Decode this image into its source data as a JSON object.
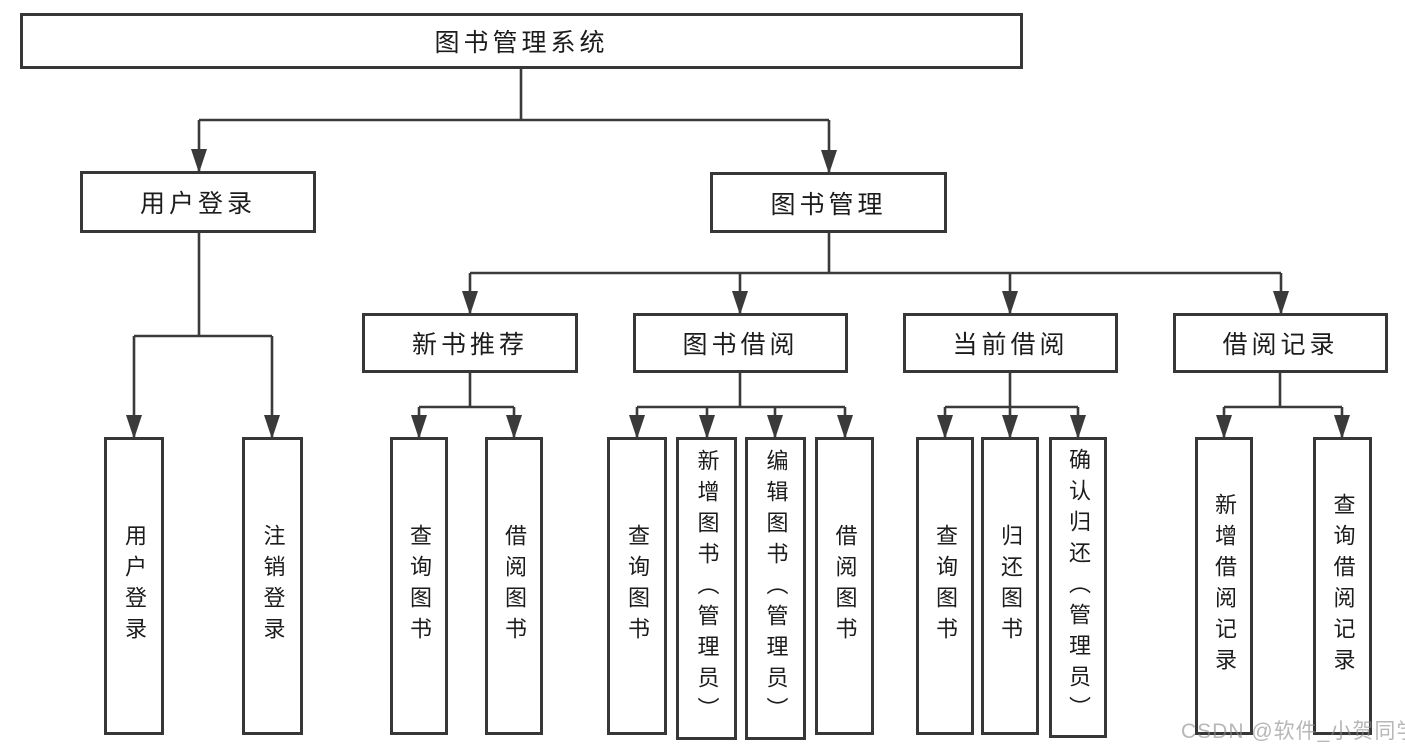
{
  "diagram_type": "hierarchy-tree",
  "colors": {
    "line": "#3a3a3a",
    "box_border": "#373737",
    "box_fill": "#ffffff",
    "text": "#1c1c1c",
    "watermark": "#8c8c8c"
  },
  "tree": {
    "label": "图书管理系统",
    "children": [
      {
        "label": "用户登录",
        "children": [
          {
            "label": "用户登录"
          },
          {
            "label": "注销登录"
          }
        ]
      },
      {
        "label": "图书管理",
        "children": [
          {
            "label": "新书推荐",
            "children": [
              {
                "label": "查询图书"
              },
              {
                "label": "借阅图书"
              }
            ]
          },
          {
            "label": "图书借阅",
            "children": [
              {
                "label": "查询图书"
              },
              {
                "label": "新增图书（管理员）"
              },
              {
                "label": "编辑图书（管理员）"
              },
              {
                "label": "借阅图书"
              }
            ]
          },
          {
            "label": "当前借阅",
            "children": [
              {
                "label": "查询图书"
              },
              {
                "label": "归还图书"
              },
              {
                "label": "确认归还（管理员）"
              }
            ]
          },
          {
            "label": "借阅记录",
            "children": [
              {
                "label": "新增借阅记录"
              },
              {
                "label": "查询借阅记录"
              }
            ]
          }
        ]
      }
    ]
  },
  "watermark": {
    "text": "CSDN @软件_小贺同学"
  }
}
